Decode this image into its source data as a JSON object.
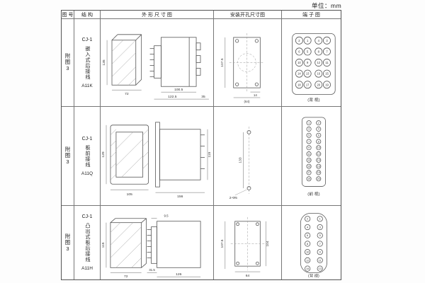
{
  "unit": "单位：mm",
  "headers": {
    "fig": "图 号",
    "struct": "结 构",
    "outline": "外 形 尺 寸 图",
    "mounting": "安装开孔尺寸图",
    "terminal": "端 子 图"
  },
  "rows": [
    {
      "fig": "附图3",
      "model": "CJ-1",
      "struct": "嵌入式后接线",
      "code": "A11K",
      "outline": {
        "h": "135",
        "w": "72",
        "d1": "100.5",
        "d2": "122.5",
        "d3": "35"
      },
      "mount": {
        "h": "107.5",
        "a": "14",
        "b": "(64)"
      },
      "view": "(背 视)",
      "terms": [
        "2",
        "1",
        "4",
        "3",
        "6",
        "5",
        "8",
        "7",
        "10",
        "9",
        "12",
        "11",
        "14",
        "13",
        "16",
        "15",
        "18",
        "17",
        "20",
        "19"
      ]
    },
    {
      "fig": "附图3",
      "model": "CJ-1",
      "struct": "板前接线",
      "code": "A11Q",
      "outline": {
        "h": "129",
        "w": "105",
        "d1": "156",
        "d2": "115"
      },
      "mount": {
        "h": "133",
        "hole": "2-Φ5"
      },
      "view": "(前 视)",
      "terms": [
        "1",
        "2",
        "3",
        "4",
        "5",
        "6",
        "7",
        "8",
        "9",
        "10",
        "11",
        "12",
        "13",
        "14",
        "15",
        "16",
        "17",
        "18",
        "19",
        "20"
      ]
    },
    {
      "fig": "附图3",
      "model": "CJ-1",
      "struct": "凸出式板后接线",
      "code": "A11H",
      "outline": {
        "h": "115",
        "w": "72",
        "d1": "31.5",
        "d2": "9.5",
        "d3": "126"
      },
      "mount": {
        "h": "107.5",
        "h2": "104",
        "w": "64"
      },
      "view": "(背 视)",
      "terms": [
        "2",
        "1",
        "4",
        "3",
        "6",
        "5",
        "8",
        "7",
        "10",
        "9",
        "12",
        "11",
        "14",
        "13"
      ]
    }
  ]
}
